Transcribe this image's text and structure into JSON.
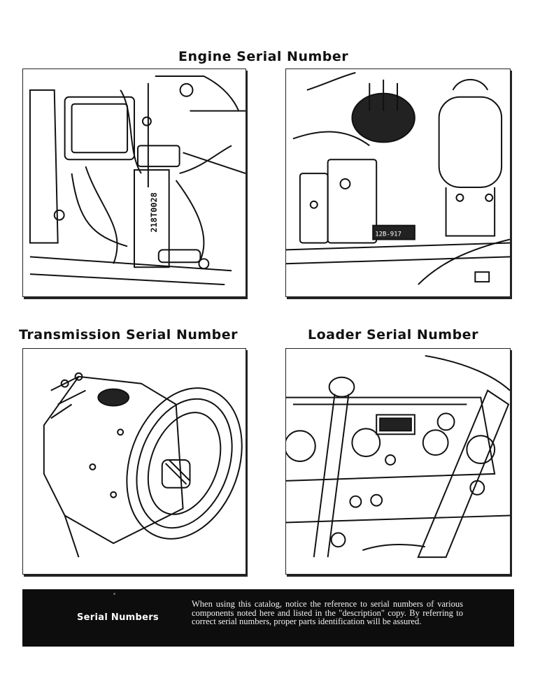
{
  "headings": {
    "engine": "Engine Serial Number",
    "transmission": "Transmission Serial Number",
    "loader": "Loader Serial Number"
  },
  "illustrations": {
    "engine_left_plate": "218T0028",
    "engine_right_plate": "12B-917"
  },
  "banner": {
    "title": "Serial Numbers",
    "text": "When using this catalog, notice the reference to serial numbers of various components noted here and listed in the \"description\" copy. By referring to correct serial numbers, proper parts identification will be assured."
  }
}
